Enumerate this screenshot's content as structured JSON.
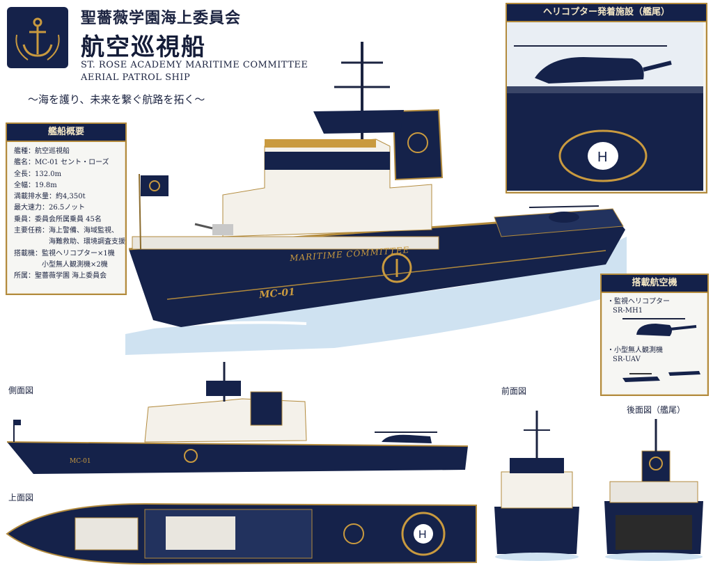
{
  "header": {
    "org": "聖薔薇学園海上委員会",
    "ship_type": "航空巡視船",
    "en_line1": "ST. ROSE ACADEMY MARITIME COMMITTEE",
    "en_line2": "AERIAL PATROL SHIP",
    "slogan": "〜海を護り、未来を繋ぐ航路を拓く〜"
  },
  "spec_panel": {
    "title": "艦船概要",
    "rows": [
      "艦種：航空巡視船",
      "艦名：MC-01 セント・ローズ",
      "全長：132.0m",
      "全幅：19.8m",
      "満載排水量：約4,350t",
      "最大速力：26.5ノット",
      "乗員：委員会所属乗員 45名",
      "主要任務：海上警備、海域監視、",
      "　　　　　海難救助、環境調査支援",
      "搭載機：監視ヘリコプター×1機",
      "　　　　小型無人観測機×2機",
      "所属：聖薔薇学園 海上委員会"
    ]
  },
  "heli_panel": {
    "title": "ヘリコプター発着施設（艦尾）"
  },
  "aircraft_panel": {
    "title": "搭載航空機",
    "item1_label": "・監視ヘリコプター",
    "item1_code": "SR-MH1",
    "item2_label": "・小型無人観測機",
    "item2_code": "SR-UAV"
  },
  "hull": {
    "hull_text": "MARITIME COMMITTEE",
    "hull_number": "MC-01",
    "side_number": "MC-01"
  },
  "views": {
    "side": "側面図",
    "top": "上面図",
    "front": "前面図",
    "rear": "後面図（艦尾）"
  },
  "colors": {
    "navy": "#15224a",
    "gold": "#b28a3c",
    "white": "#f4f1ea",
    "sea": "#cfe2f1"
  }
}
